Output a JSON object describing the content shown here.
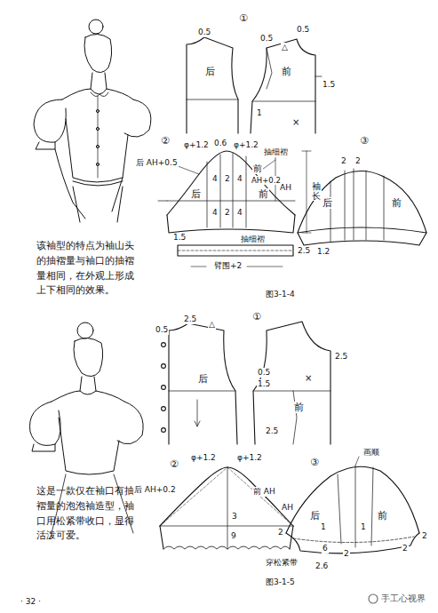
{
  "diagram": {
    "labels": [
      "该袖型的特点为袖山头的抽褶量与袖口的抽褶量相同，在外观上形成上下相同的效果。",
      "①",
      "0.5",
      "后",
      "0.5",
      "△",
      "0.5",
      "1.5",
      "前",
      "1",
      "×",
      "②",
      "φ+1.2",
      "0.6",
      "φ+1.2",
      "后 AH+0.5",
      "4",
      "2",
      "4",
      "抽细褶",
      "前",
      "AH+0.2",
      "AH",
      "袖长",
      "后",
      "前",
      "4",
      "2",
      "4",
      "1.5",
      "抽细褶",
      "2.5",
      "臂围+2",
      "③",
      "2",
      "2",
      "后",
      "前",
      "1.2",
      "图3-1-4",
      "这是一款仅在袖口有抽褶量的泡泡袖造型，袖口用松紧带收口，显得活泼可爱。",
      "①",
      "0.5",
      "2.5",
      "△",
      "后",
      "2.5",
      "0.5",
      "1.5",
      "前",
      "×",
      "2.5",
      "②",
      "φ+1.2",
      "φ+1.2",
      "后 AH+0.2",
      "前 AH",
      "AH",
      "3",
      "9",
      "③",
      "画顺",
      "后",
      "前",
      "1",
      "1",
      "2",
      "6",
      "2",
      "2",
      "2",
      "穿松紧带",
      "2.6",
      "图3-1-5",
      "· 32 ·",
      "手工心视界"
    ]
  }
}
